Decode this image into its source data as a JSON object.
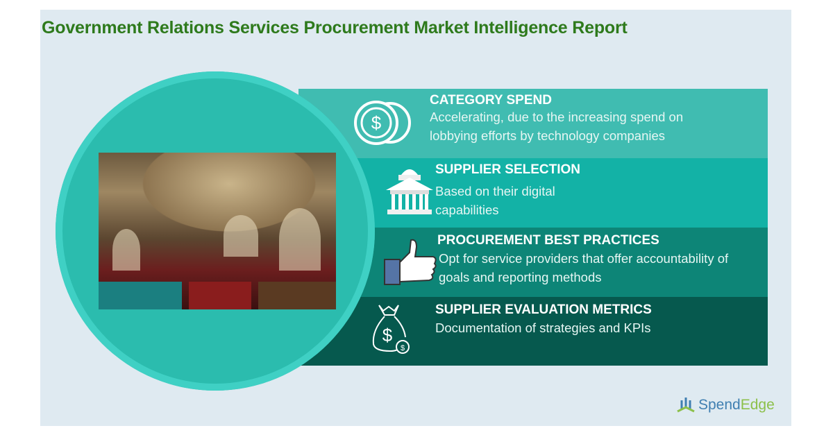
{
  "title": "Government Relations Services Procurement Market Intelligence Report",
  "sections": [
    {
      "heading": "CATEGORY SPEND",
      "text": "Accelerating, due to the increasing spend on lobbying efforts by technology companies",
      "icon": "coins-icon"
    },
    {
      "heading": "SUPPLIER SELECTION",
      "text": "Based on their digital capabilities",
      "icon": "government-building-icon"
    },
    {
      "heading": "PROCUREMENT BEST PRACTICES",
      "text": "Opt for service providers that offer accountability of goals and reporting methods",
      "icon": "thumbs-up-icon"
    },
    {
      "heading": "SUPPLIER EVALUATION METRICS",
      "text": "Documentation of strategies and KPIs",
      "icon": "money-bag-icon"
    }
  ],
  "logo": {
    "part1": "Spend",
    "part2": "Edge"
  },
  "colors": {
    "title": "#2e7a1c",
    "band1": "#40bcb1",
    "band2": "#13b2a6",
    "band3": "#0d8577",
    "band4": "#06594e",
    "circle": "#2bbcae"
  }
}
